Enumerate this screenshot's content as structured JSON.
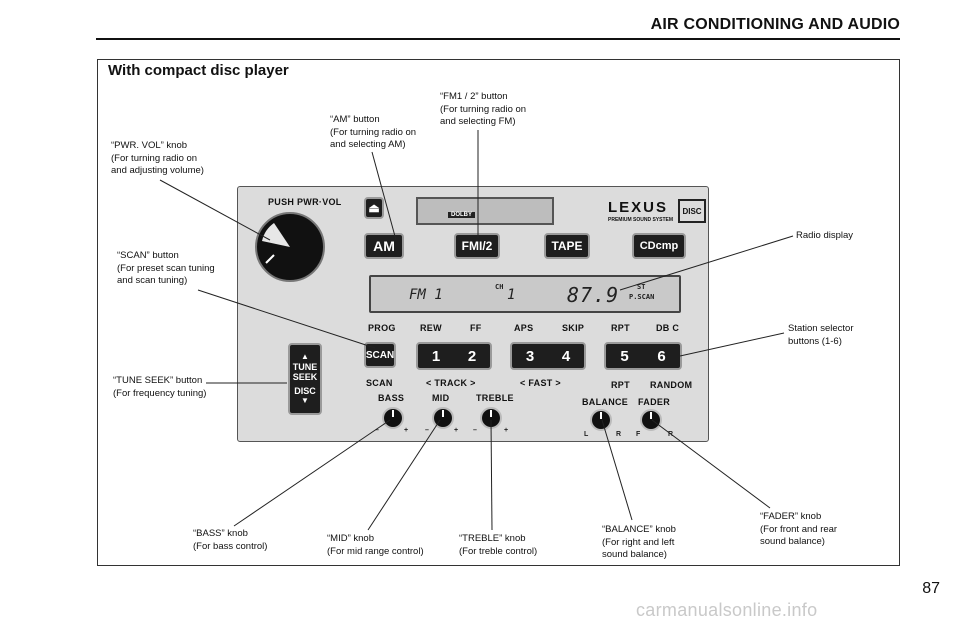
{
  "header": {
    "section_title": "AIR CONDITIONING AND AUDIO"
  },
  "frame": {
    "title": "With compact disc player"
  },
  "page_number": "87",
  "watermark": "carmanualsonline.info",
  "callouts": {
    "pwr_vol": [
      "“PWR. VOL” knob",
      "(For turning radio on",
      "and adjusting volume)"
    ],
    "am": [
      "“AM” button",
      "(For turning radio on",
      "and selecting AM)"
    ],
    "fm": [
      "“FM1 / 2” button",
      "(For turning radio on",
      "and selecting FM)"
    ],
    "scan": [
      "“SCAN” button",
      "(For preset scan tuning",
      "and scan tuning)"
    ],
    "tune_seek": [
      "“TUNE SEEK” button",
      "(For frequency tuning)"
    ],
    "radio_display": [
      "Radio display"
    ],
    "station_selector": [
      "Station selector",
      "buttons (1-6)"
    ],
    "bass": [
      "“BASS” knob",
      "(For bass control)"
    ],
    "mid": [
      "“MID” knob",
      "(For mid range control)"
    ],
    "treble": [
      "“TREBLE” knob",
      "(For treble control)"
    ],
    "balance": [
      "“BALANCE” knob",
      "(For right and left",
      "sound balance)"
    ],
    "fader": [
      "“FADER” knob",
      "(For front and rear",
      "sound balance)"
    ]
  },
  "unit": {
    "push_pwr_vol": "PUSH PWR·VOL",
    "brand": "LEXUS",
    "brand_sub": "PREMIUM SOUND SYSTEM",
    "disc_badge": "DISC",
    "eject_symbol": "⏏",
    "buttons": {
      "am": "AM",
      "fm": "FMI/2",
      "tape": "TAPE",
      "cd": "CDcmp",
      "scan": "SCAN",
      "tune": "TUNE",
      "seek": "SEEK",
      "disc": "DISC"
    },
    "presets": [
      "1",
      "2",
      "3",
      "4",
      "5",
      "6"
    ],
    "top_labels": [
      "PROG",
      "REW",
      "FF",
      "APS",
      "SKIP",
      "RPT",
      "DB C"
    ],
    "bottom_labels": [
      "SCAN",
      "< TRACK >",
      "< FAST >",
      "RPT",
      "RANDOM"
    ],
    "knob_labels": [
      "BASS",
      "MID",
      "TREBLE",
      "BALANCE",
      "FADER"
    ],
    "display": {
      "band": "FM 1",
      "ch_label": "CH",
      "ch": "1",
      "freq": "87.9",
      "st": "ST",
      "pscan": "P.SCAN"
    },
    "knob_marks": {
      "minus": "–",
      "plus": "+",
      "l": "L",
      "r": "R",
      "f": "F"
    },
    "tape_door": "DOLBY"
  }
}
